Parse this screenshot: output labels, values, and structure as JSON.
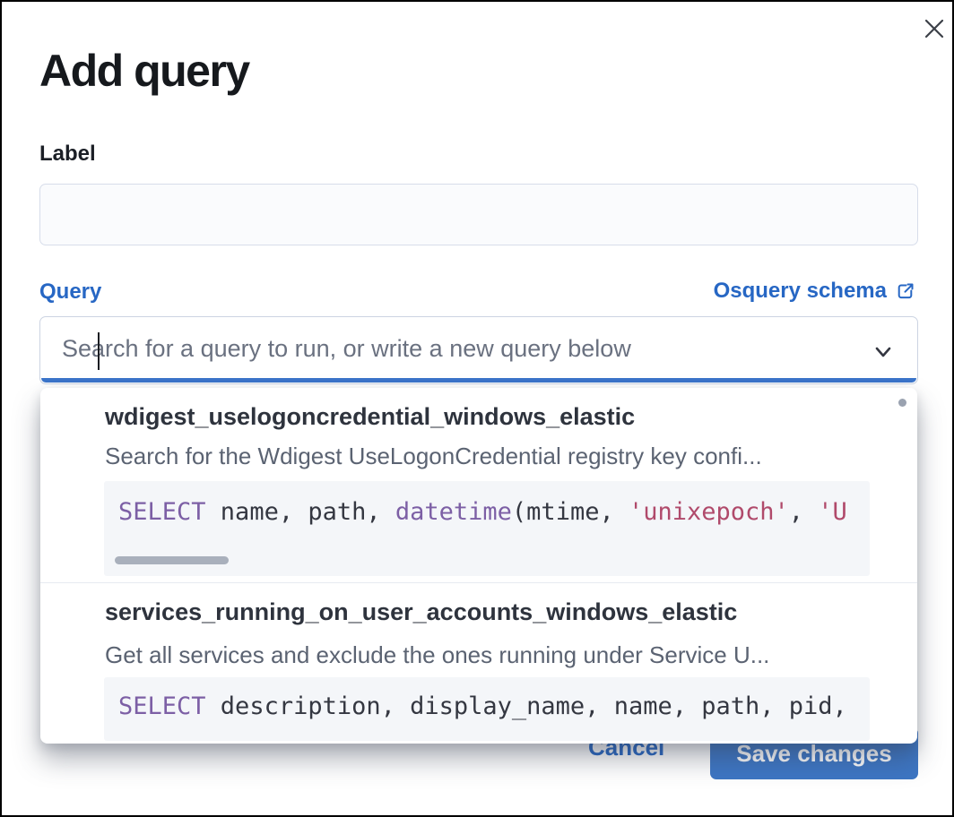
{
  "modal": {
    "title": "Add query",
    "close_icon": "close-x"
  },
  "label_field": {
    "label": "Label",
    "value": ""
  },
  "query_field": {
    "label": "Query",
    "schema_link_text": "Osquery schema",
    "schema_link_icon": "external-link",
    "placeholder": "Search for a query to run, or write a new query below",
    "value": "",
    "chevron_icon": "chevron-down"
  },
  "dropdown": {
    "options": [
      {
        "title": "wdigest_uselogoncredential_windows_elastic",
        "description": "Search for the Wdigest UseLogonCredential registry key confi...",
        "code": [
          {
            "token": "keyword",
            "text": "SELECT"
          },
          {
            "token": "plain",
            "text": " name, path, "
          },
          {
            "token": "keyword",
            "text": "datetime"
          },
          {
            "token": "plain",
            "text": "(mtime, "
          },
          {
            "token": "string",
            "text": "'unixepoch'"
          },
          {
            "token": "plain",
            "text": ", "
          },
          {
            "token": "string",
            "text": "'U"
          }
        ]
      },
      {
        "title": "services_running_on_user_accounts_windows_elastic",
        "description": "Get all services and exclude the ones running under Service U...",
        "code": [
          {
            "token": "keyword",
            "text": "SELECT"
          },
          {
            "token": "plain",
            "text": " description, display_name, name, path, pid,"
          }
        ]
      }
    ]
  },
  "footer": {
    "cancel_label": "Cancel",
    "save_label": "Save changes"
  },
  "colors": {
    "accent_blue": "#3b74ca",
    "link_blue": "#2767c4",
    "button_blue": "#3d76c4",
    "title_text": "#16191d",
    "body_text": "#343741",
    "muted_text": "#5b6372",
    "placeholder_text": "#6a7180",
    "input_border": "#ccd4e2",
    "label_input_bg": "#fafbfd",
    "code_bg": "#f4f6f9",
    "code_keyword": "#7c5fa5",
    "code_string": "#b04a6b",
    "scrollbar_thumb": "#a9b0bc",
    "divider": "#e7ebf1"
  }
}
